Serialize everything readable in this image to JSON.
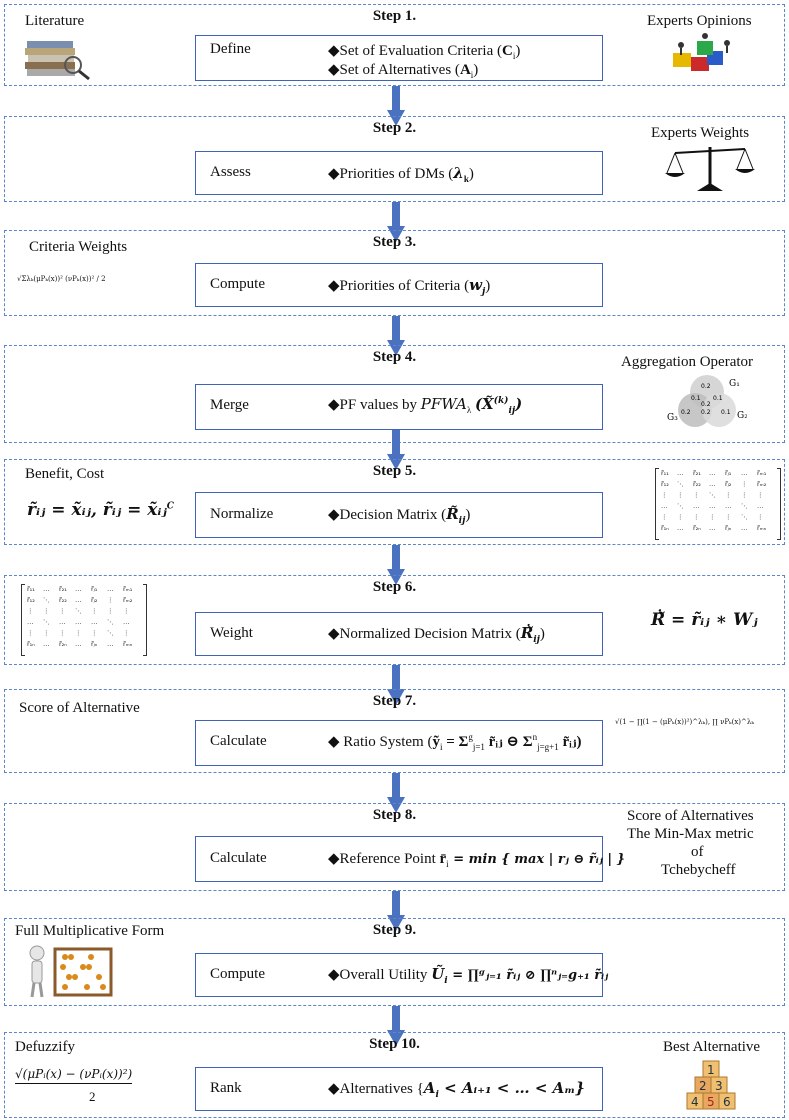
{
  "steps": [
    {
      "title": "Step 1.",
      "verb": "Define",
      "items": [
        "◆Set of Evaluation Criteria (",
        "◆Set of Alternatives ("
      ],
      "item_math": [
        "C",
        "A"
      ],
      "item_sub": [
        "i",
        "i"
      ],
      "left_label": "Literature",
      "right_label": "Experts Opinions"
    },
    {
      "title": "Step 2.",
      "verb": "Assess",
      "item": "◆Priorities of DMs (",
      "item_math": "λ",
      "item_sub": "k",
      "right_label": "Experts Weights"
    },
    {
      "title": "Step 3.",
      "verb": "Compute",
      "item": "◆Priorities of Criteria (",
      "item_math": "w",
      "item_sub": "j",
      "left_label": "Criteria Weights"
    },
    {
      "title": "Step 4.",
      "verb": "Merge",
      "item": "◆PF values by ",
      "item_math": "PFWA",
      "item_sub": "λ",
      "right_label": "Aggregation Operator"
    },
    {
      "title": "Step 5.",
      "verb": "Normalize",
      "item": "◆Decision Matrix (",
      "item_math": "R̃",
      "item_sub": "ij",
      "left_label": "Benefit, Cost"
    },
    {
      "title": "Step 6.",
      "verb": "Weight",
      "item": "◆Normalized Decision Matrix (",
      "item_math": "Ṙ̃",
      "item_sub": "ij"
    },
    {
      "title": "Step 7.",
      "verb": "Calculate",
      "item": "◆ Ratio System (",
      "item_math": "ỹ",
      "item_sub": "i",
      "left_label": "Score of Alternative"
    },
    {
      "title": "Step 8.",
      "verb": "Calculate",
      "item": "◆Reference Point ",
      "item_math": "r̄",
      "item_sub": "i",
      "right_label": [
        "Score of Alternatives",
        "The Min-Max metric",
        "of",
        "Tchebycheff"
      ]
    },
    {
      "title": "Step 9.",
      "verb": "Compute",
      "item": "◆Overall Utility ",
      "item_math": "Ũ",
      "item_sub": "i",
      "left_label": "Full Multiplicative Form"
    },
    {
      "title": "Step 10.",
      "verb": "Rank",
      "item": "◆Alternatives {",
      "item_math": "A",
      "item_sub": "i",
      "left_label": "Defuzzify",
      "right_label": "Best Alternative"
    }
  ],
  "formulas": {
    "step4_tail": "(X̃",
    "step4_sup": "(k)",
    "step4_sub": "ij",
    "step5_left": "r̃ᵢⱼ = x̃ᵢⱼ, r̃ᵢⱼ = x̃ᵢⱼ",
    "step5_sup": "C",
    "step6_right": "Ṙ̃ = r̃ᵢⱼ ∗ Wⱼ",
    "step7_rest": " = Σ",
    "step7_a": "g",
    "step7_b": "j=1",
    "step7_c": " r̃ᵢⱼ ⊖ Σ",
    "step7_d": "n",
    "step7_e": "j=g+1",
    "step7_f": " r̃ᵢⱼ)",
    "step8_rest": " = min { max | rⱼ ⊖ r̃ᵢⱼ | }",
    "step9_rest": " = ∏ᵍⱼ₌₁ ṙ̃ᵢⱼ ⊘ ∏ⁿⱼ₌g₊₁ ṙ̃ᵢⱼ",
    "step10_rest": " < Aᵢ₊₁ <  … < Aₘ}",
    "step10_left_num": "√(μPᵢ(x) − (νPᵢ(x))²)",
    "step10_left_den": "2",
    "step3_formula": "√Σλₖ(μPₖ(x))² (νPₖ(x))² / 2",
    "step7_formula": "√(1 − ∏(1 − (μPₖ(x))²)^λₖ), ∏ νPₖ(x)^λₖ",
    "agg_G1": "G₁",
    "agg_G2": "G₂",
    "agg_G3": "G₃",
    "agg_vals": [
      "0.2",
      "0.1",
      "0.1",
      "0.2",
      "0.2",
      "0.1",
      "0.2"
    ]
  },
  "matrix": {
    "rows": [
      [
        "r̃₁₁",
        "…",
        "r̃₂₁",
        "…",
        "r̃ⱼ₁",
        "…",
        "r̃ₘ₁"
      ],
      [
        "r̃₁₂",
        "⋱",
        "r̃₂₂",
        "…",
        "r̃ⱼ₂",
        "⋮",
        "r̃ₘ₂"
      ],
      [
        "⋮",
        "⋮",
        "⋮",
        "⋱",
        "⋮",
        "⋮",
        "⋮"
      ],
      [
        "…",
        "⋱",
        "…",
        "…",
        "…",
        "⋱",
        "…"
      ],
      [
        "⋮",
        "⋮",
        "⋮",
        "⋮",
        "⋮",
        "⋱",
        "⋮"
      ],
      [
        "r̃₁ₙ",
        "…",
        "r̃₂ₙ",
        "…",
        "r̃ⱼₙ",
        "…",
        "r̃ₘₙ"
      ]
    ]
  },
  "colors": {
    "stage_border": "#5b86c9",
    "box_border": "#3f63b5",
    "arrow": "#4a72c0"
  }
}
